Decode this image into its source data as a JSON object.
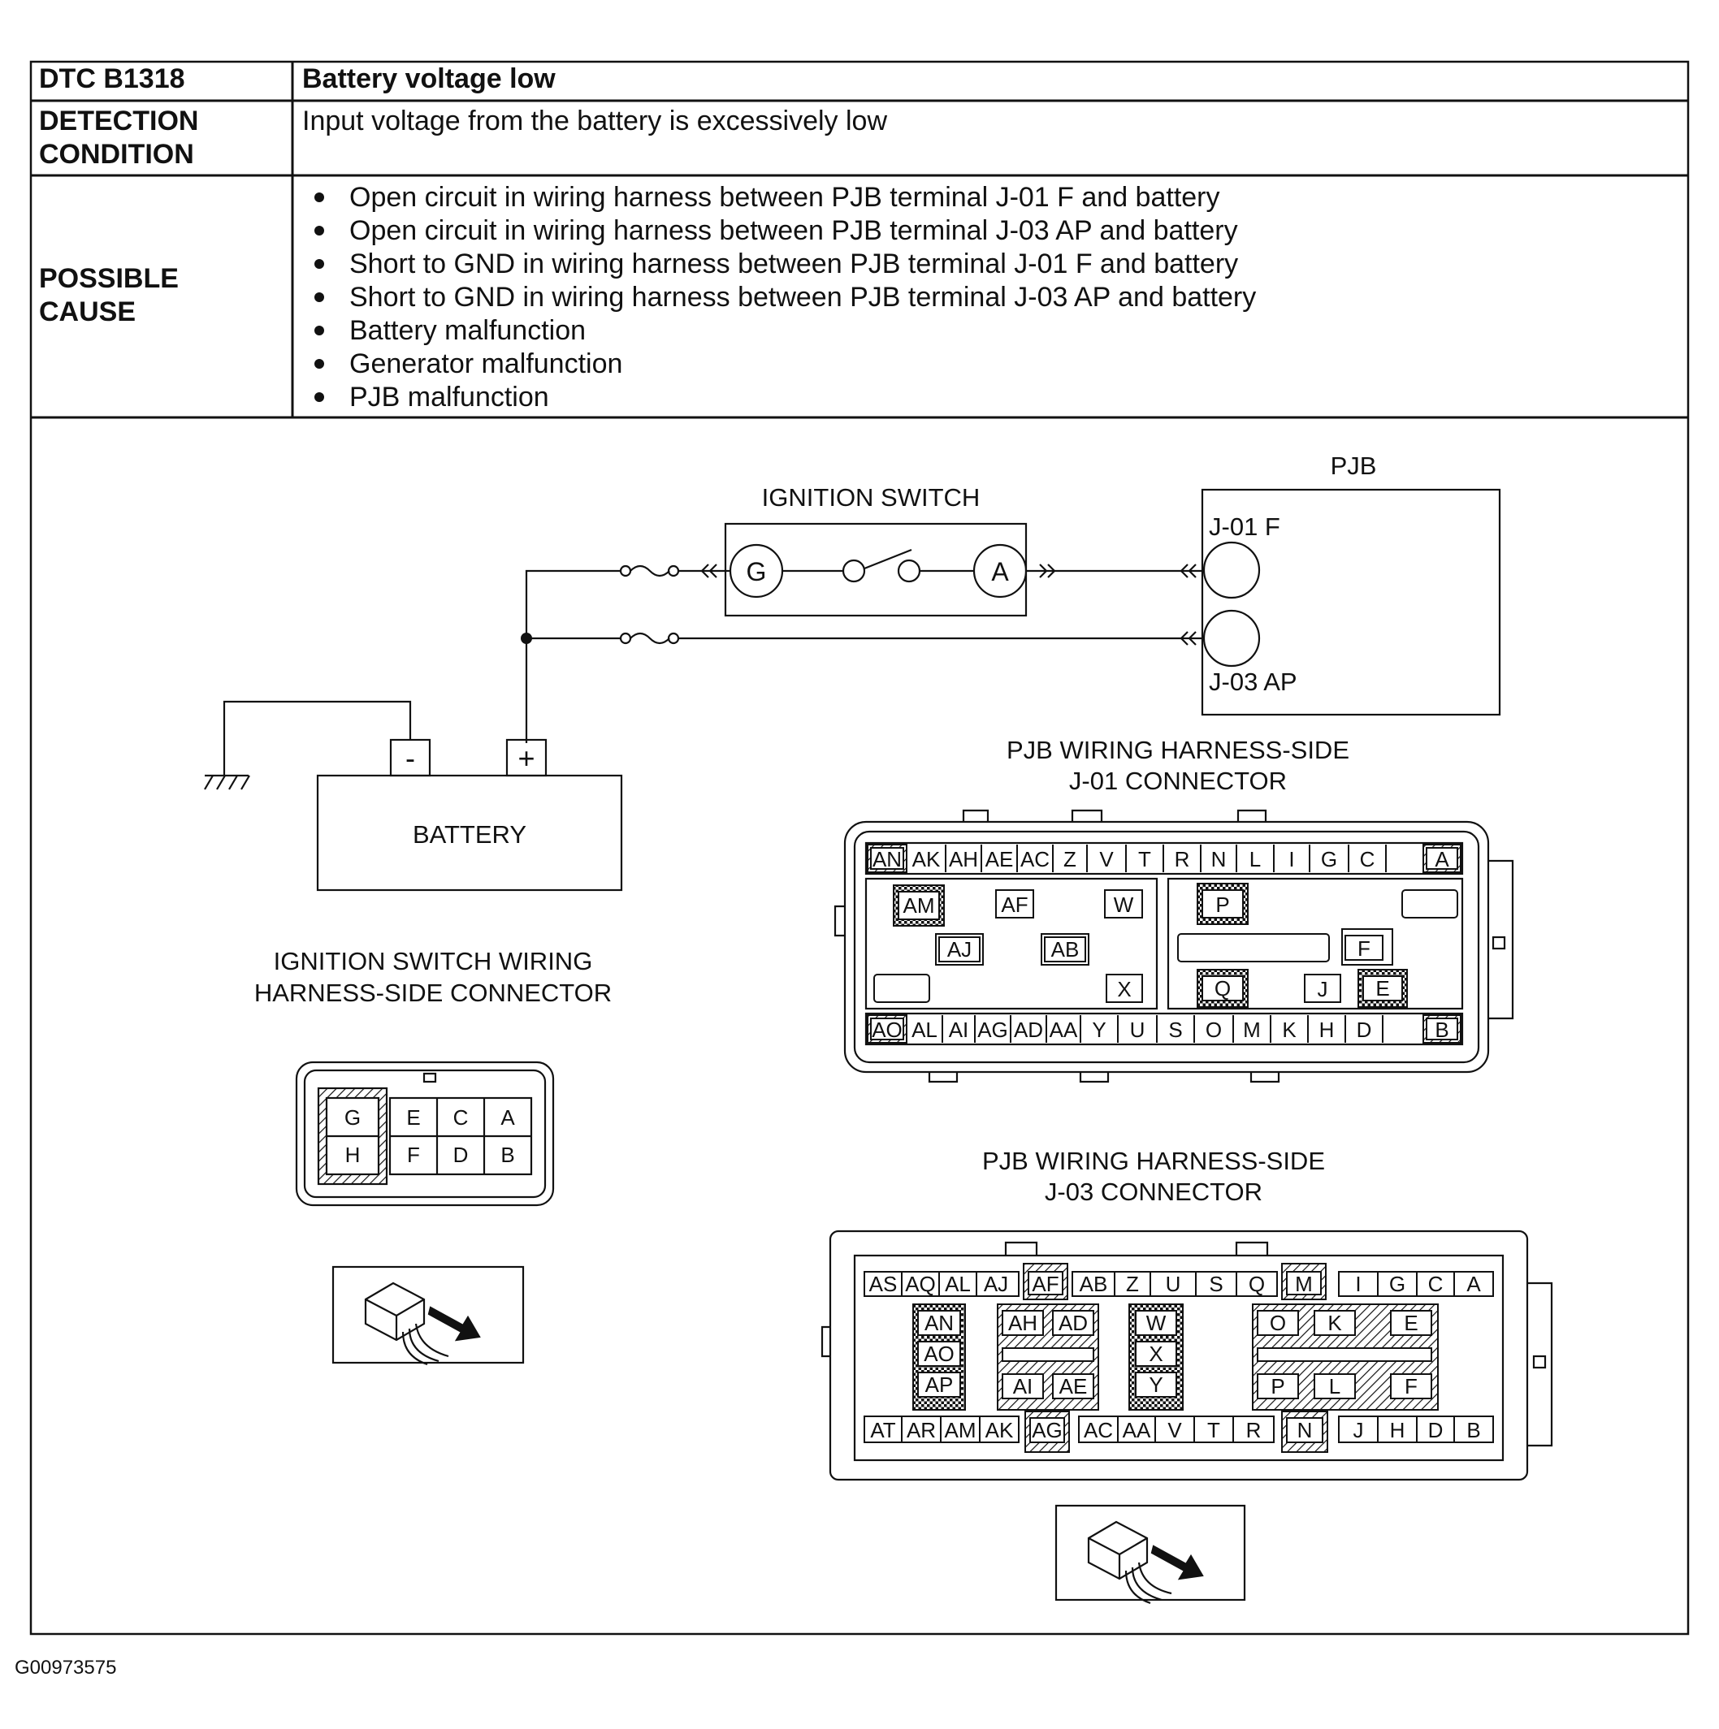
{
  "table": {
    "dtc_label": "DTC B1318",
    "dtc_value": "Battery voltage low",
    "detection_label_1": "DETECTION",
    "detection_label_2": "CONDITION",
    "detection_value": "Input voltage from the battery is excessively low",
    "cause_label_1": "POSSIBLE",
    "cause_label_2": "CAUSE",
    "causes": [
      "Open circuit in wiring harness between PJB terminal J-01 F and battery",
      "Open circuit in wiring harness between PJB terminal J-03 AP and battery",
      "Short to GND in wiring harness between PJB terminal J-01 F and battery",
      "Short to GND in wiring harness between PJB terminal J-03 AP and battery",
      "Battery malfunction",
      "Generator malfunction",
      "PJB malfunction"
    ]
  },
  "circuit": {
    "ignition_switch_title": "IGNITION SWITCH",
    "ign_terminal_g": "G",
    "ign_terminal_a": "A",
    "pjb_title": "PJB",
    "pjb_terminal_1": "J-01 F",
    "pjb_terminal_2": "J-03 AP",
    "battery_label": "BATTERY",
    "battery_neg": "-",
    "battery_pos": "+"
  },
  "ign_connector": {
    "title_1": "IGNITION SWITCH WIRING",
    "title_2": "HARNESS-SIDE CONNECTOR",
    "pins_top": [
      "G",
      "E",
      "C",
      "A"
    ],
    "pins_bottom": [
      "H",
      "F",
      "D",
      "B"
    ]
  },
  "j01": {
    "title_1": "PJB WIRING HARNESS-SIDE",
    "title_2": "J-01 CONNECTOR",
    "top_row": [
      "AN",
      "AK",
      "AH",
      "AE",
      "AC",
      "Z",
      "V",
      "T",
      "R",
      "N",
      "L",
      "I",
      "G",
      "C",
      "A"
    ],
    "bottom_row": [
      "AO",
      "AL",
      "AI",
      "AG",
      "AD",
      "AA",
      "Y",
      "U",
      "S",
      "O",
      "M",
      "K",
      "H",
      "D",
      "B"
    ],
    "left_block": [
      "AM",
      "AF",
      "W",
      "AJ",
      "AB",
      "X"
    ],
    "right_block": [
      "P",
      "F",
      "Q",
      "J",
      "E"
    ]
  },
  "j03": {
    "title_1": "PJB WIRING HARNESS-SIDE",
    "title_2": "J-03 CONNECTOR",
    "top_row": [
      "AS",
      "AQ",
      "AL",
      "AJ",
      "AF",
      "AB",
      "Z",
      "U",
      "S",
      "Q",
      "M",
      "I",
      "G",
      "C",
      "A"
    ],
    "bottom_row": [
      "AT",
      "AR",
      "AM",
      "AK",
      "AG",
      "AC",
      "AA",
      "V",
      "T",
      "R",
      "N",
      "J",
      "H",
      "D",
      "B"
    ],
    "col1": [
      "AN",
      "AO",
      "AP"
    ],
    "col2_top": [
      "AH",
      "AD"
    ],
    "col2_bottom": [
      "AI",
      "AE"
    ],
    "col3": [
      "W",
      "X",
      "Y"
    ],
    "col4_top": [
      "O",
      "K",
      "E"
    ],
    "col4_bottom": [
      "P",
      "L",
      "F"
    ]
  },
  "figure_id": "G00973575"
}
